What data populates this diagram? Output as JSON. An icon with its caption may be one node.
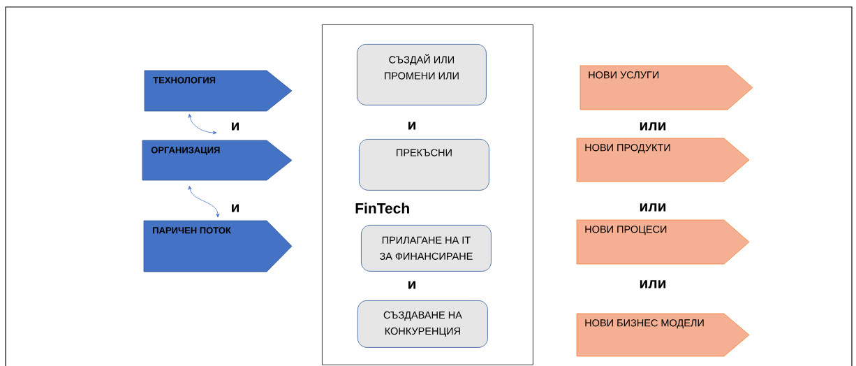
{
  "diagram": {
    "nodes": [
      {
        "text": [
          "ТЕХНОЛОГИЯ"
        ]
      },
      {
        "text": [
          "ОРГАНИЗАЦИЯ"
        ]
      },
      {
        "text": [
          "ПАРИЧЕН ПОТОК"
        ]
      },
      {
        "text": [
          "FinTech"
        ]
      },
      {
        "text": [
          "СЪЗДАЙ ИЛИ ПРОМЕНИ ИЛИ"
        ],
        "in": 3
      },
      {
        "text": [
          "ПРЕКЪСНИ"
        ],
        "in": 3
      },
      {
        "text": [
          "ПРИЛАГАНЕ НА IT ЗА ФИНАНСИРАНЕ"
        ],
        "in": 3
      },
      {
        "text": [
          "СЪЗДАВАНЕ НА КОНКУРЕНЦИЯ"
        ],
        "in": 3
      },
      {
        "text": [
          "НОВИ УСЛУГИ"
        ]
      },
      {
        "text": [
          "НОВИ ПРОДУКТИ"
        ]
      },
      {
        "text": [
          "НОВИ ПРОЦЕСИ"
        ]
      },
      {
        "text": [
          "НОВИ БИЗНЕС МОДЕЛИ"
        ]
      }
    ],
    "edges": [
      {
        "from": 0,
        "to": 1,
        "arrow": "both"
      },
      {
        "from": 1,
        "to": 2,
        "arrow": "both"
      }
    ],
    "labels": [
      "и",
      "и",
      "или",
      "и",
      "или",
      "и",
      "или"
    ]
  }
}
